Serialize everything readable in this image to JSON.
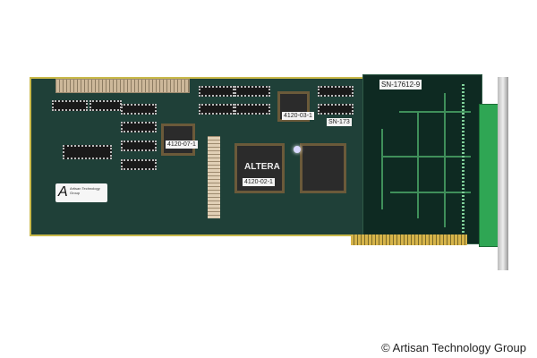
{
  "image": {
    "subject": "pcb-interface-board",
    "background": "#ffffff"
  },
  "labels": {
    "daughter_serial": "SN-17612-9",
    "main_serial": "SN-173",
    "chip_label_1": "4120-03-1",
    "chip_label_2": "4120-02-1",
    "chip_label_3": "4120-07-1",
    "altera_brand": "ALTERA",
    "sticker_logo": "A",
    "sticker_text": "Artisan Technology Group"
  },
  "watermark": "© Artisan Technology Group",
  "colors": {
    "board": "#1f4038",
    "daughter_board": "#0e2a22",
    "bracket": "#2fa654"
  }
}
